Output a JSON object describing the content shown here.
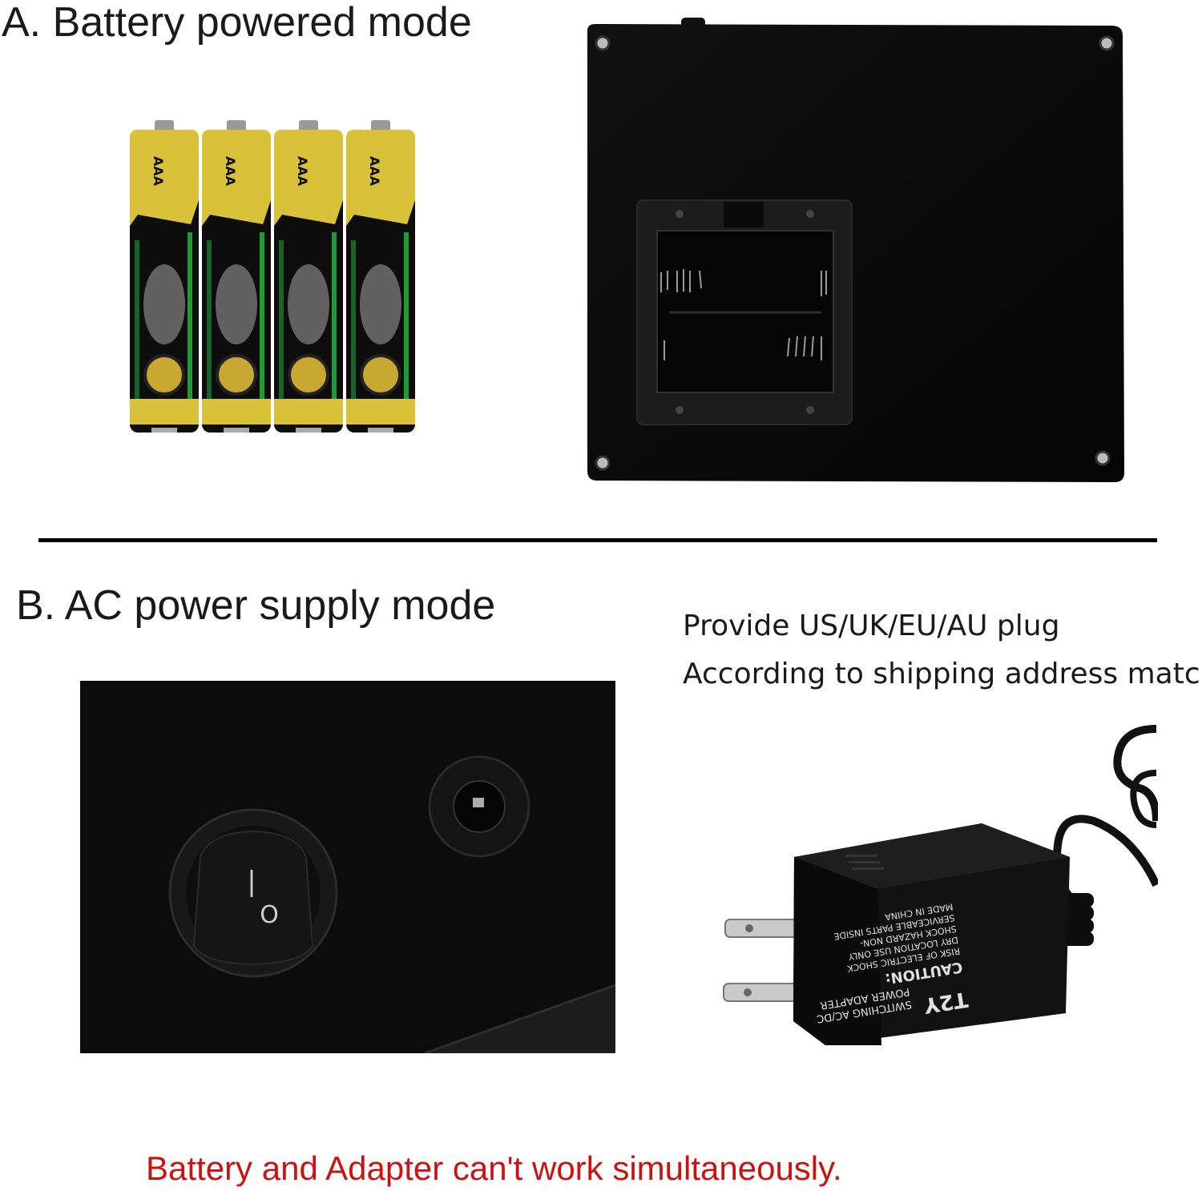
{
  "section_a": {
    "heading": "A. Battery powered mode"
  },
  "section_b": {
    "heading": "B. AC power supply mode",
    "plug_note_line1": "Provide US/UK/EU/AU plug",
    "plug_note_line2": "According to shipping address match"
  },
  "batteries": {
    "count": 4,
    "size_label": "AAA"
  },
  "adapter": {
    "brand": "T2Y",
    "label_lines": [
      "SWITCHING AC/DC",
      "POWER ADAPTER",
      "CAUTION:",
      "RISK OF ELECTRIC SHOCK",
      "DRY LOCATION USE ONLY",
      "SHOCK HAZARD NON-",
      "SERVICEABLE PARTS INSIDE",
      "MADE IN CHINA"
    ]
  },
  "switch": {
    "on_symbol": "|",
    "off_symbol": "O"
  },
  "warning": {
    "text": "Battery and Adapter can't work simultaneously.",
    "color": "#cc1111"
  }
}
